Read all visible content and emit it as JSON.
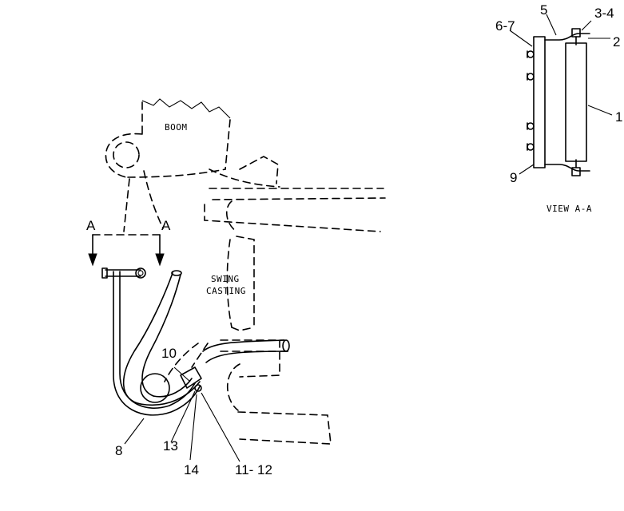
{
  "labels": {
    "boom": "BOOM",
    "swing_casting_line1": "SWING",
    "swing_casting_line2": "CASTING",
    "view_caption": "VIEW A-A",
    "section_a_left": "A",
    "section_a_right": "A"
  },
  "callouts": {
    "c1": "1",
    "c2": "2",
    "c3_4": "3-4",
    "c5": "5",
    "c6_7": "6-7",
    "c8": "8",
    "c9": "9",
    "c10": "10",
    "c11_12": "11- 12",
    "c13": "13",
    "c14": "14"
  },
  "colors": {
    "line": "#000000",
    "background": "#ffffff"
  }
}
